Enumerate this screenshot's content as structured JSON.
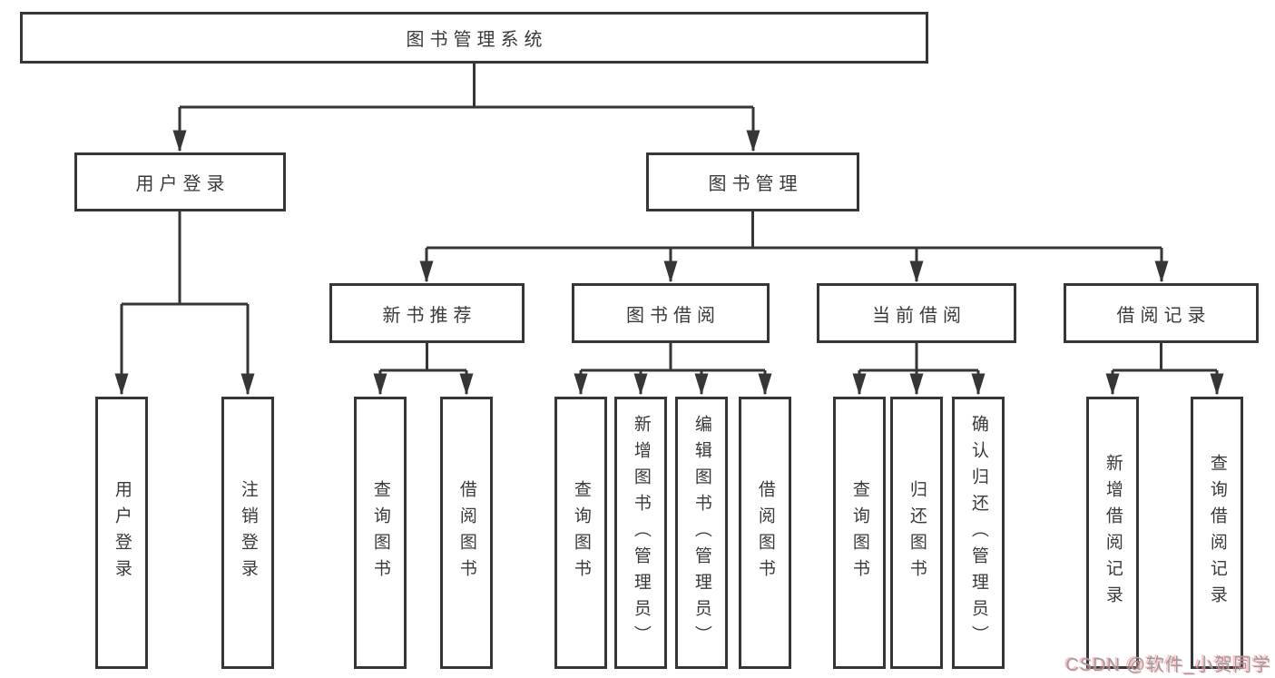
{
  "diagram": {
    "root": {
      "label": "图书管理系统",
      "children": [
        {
          "label": "用户登录",
          "children": [
            {
              "label": "用户登录"
            },
            {
              "label": "注销登录"
            }
          ]
        },
        {
          "label": "图书管理",
          "children": [
            {
              "label": "新书推荐",
              "children": [
                {
                  "label": "查询图书"
                },
                {
                  "label": "借阅图书"
                }
              ]
            },
            {
              "label": "图书借阅",
              "children": [
                {
                  "label": "查询图书"
                },
                {
                  "label": "新增图书（管理员）"
                },
                {
                  "label": "编辑图书（管理员）"
                },
                {
                  "label": "借阅图书"
                }
              ]
            },
            {
              "label": "当前借阅",
              "children": [
                {
                  "label": "查询图书"
                },
                {
                  "label": "归还图书"
                },
                {
                  "label": "确认归还（管理员）"
                }
              ]
            },
            {
              "label": "借阅记录",
              "children": [
                {
                  "label": "新增借阅记录"
                },
                {
                  "label": "查询借阅记录"
                }
              ]
            }
          ]
        }
      ]
    }
  },
  "watermark": {
    "text": "CSDN @软件_小贺同学"
  },
  "colors": {
    "line": "#363636",
    "text": "#3a3a3a",
    "box_background": "#ffffff",
    "page_background": "#ffffff",
    "watermark_text": "#9c9c9c",
    "watermark_shadow": "#ff8a93"
  }
}
